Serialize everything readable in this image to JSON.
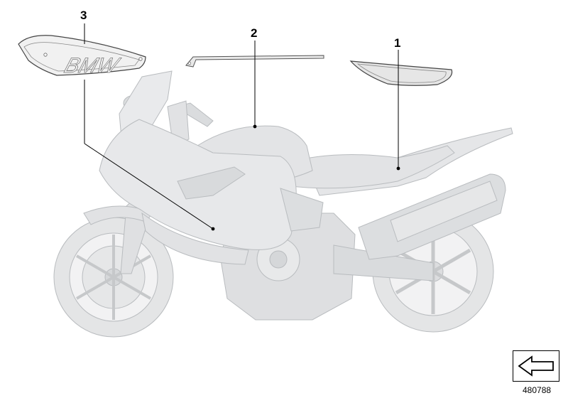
{
  "callouts": [
    {
      "number": "1",
      "part": "tail-decal"
    },
    {
      "number": "2",
      "part": "tank-stripe"
    },
    {
      "number": "3",
      "part": "fairing-bmw-decal"
    }
  ],
  "decal_text": "BMW",
  "diagram_id": "480788",
  "nav_icon": "arrow-left-icon"
}
